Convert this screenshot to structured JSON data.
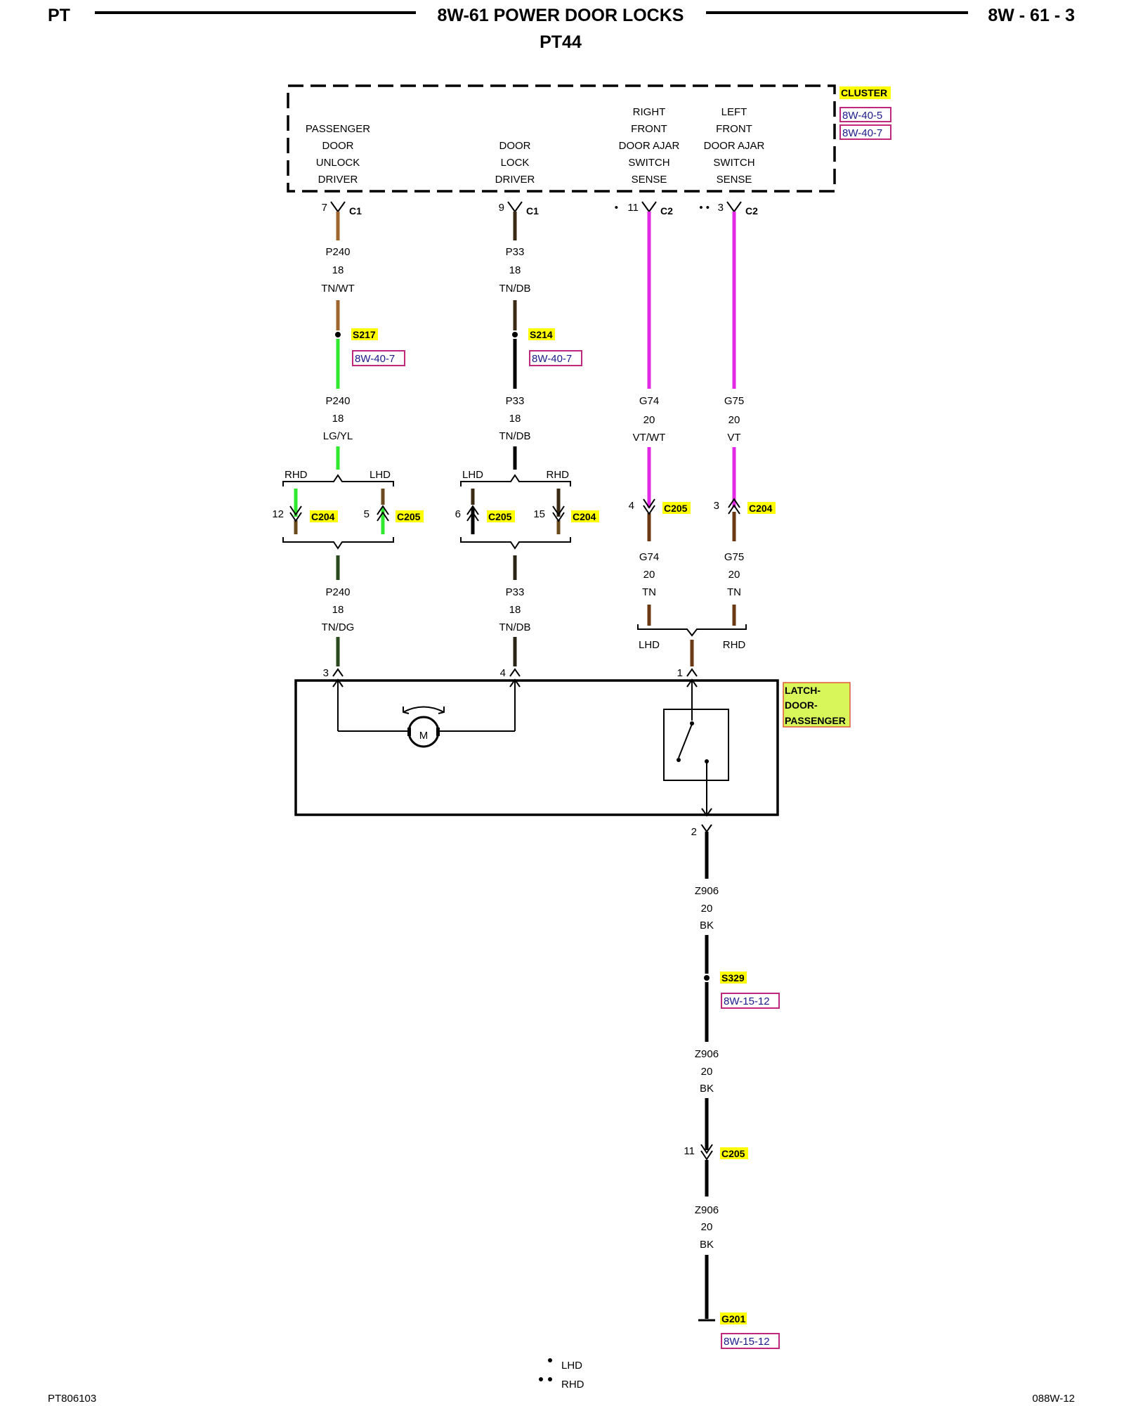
{
  "header": {
    "left": "PT",
    "title": "8W-61 POWER DOOR LOCKS",
    "subtitle": "PT44",
    "right": "8W - 61 - 3"
  },
  "footer": {
    "left": "PT806103",
    "right": "088W-12"
  },
  "legend": {
    "single_dot": "LHD",
    "double_dot": "RHD"
  },
  "colors": {
    "tan": "#a0652d",
    "light_green": "#2fe92f",
    "violet": "#e22ae6",
    "black": "#000000",
    "highlight": "#ffff00",
    "ref_border": "#c0287e",
    "latch_highlight": "#d8f55a"
  },
  "cluster": {
    "name": "CLUSTER",
    "refs": [
      "8W-40-5",
      "8W-40-7"
    ],
    "pins": [
      {
        "id": "passenger-door-unlock-driver",
        "lines": [
          "PASSENGER",
          "DOOR",
          "UNLOCK",
          "DRIVER"
        ],
        "pin": "7",
        "connector": "C1",
        "marker": ""
      },
      {
        "id": "door-lock-driver",
        "lines": [
          "DOOR",
          "LOCK",
          "DRIVER"
        ],
        "pin": "9",
        "connector": "C1",
        "marker": ""
      },
      {
        "id": "right-front-door-ajar-switch-sense",
        "lines": [
          "RIGHT",
          "FRONT",
          "DOOR AJAR",
          "SWITCH",
          "SENSE"
        ],
        "pin": "11",
        "connector": "C2",
        "marker": "•"
      },
      {
        "id": "left-front-door-ajar-switch-sense",
        "lines": [
          "LEFT",
          "FRONT",
          "DOOR AJAR",
          "SWITCH",
          "SENSE"
        ],
        "pin": "3",
        "connector": "C2",
        "marker": "• •"
      }
    ]
  },
  "circuit_p240": {
    "wire1": {
      "code": "P240",
      "gauge": "18",
      "color": "TN/WT"
    },
    "splice": {
      "id": "S217",
      "ref": "8W-40-7"
    },
    "wire2": {
      "code": "P240",
      "gauge": "18",
      "color": "LG/YL"
    },
    "branch_left_label": "RHD",
    "branch_right_label": "LHD",
    "conn_left": {
      "pin": "12",
      "id": "C204"
    },
    "conn_right": {
      "pin": "5",
      "id": "C205"
    },
    "wire3": {
      "code": "P240",
      "gauge": "18",
      "color": "TN/DG"
    },
    "latch_pin": "3"
  },
  "circuit_p33": {
    "wire1": {
      "code": "P33",
      "gauge": "18",
      "color": "TN/DB"
    },
    "splice": {
      "id": "S214",
      "ref": "8W-40-7"
    },
    "wire2": {
      "code": "P33",
      "gauge": "18",
      "color": "TN/DB"
    },
    "branch_left_label": "LHD",
    "branch_right_label": "RHD",
    "conn_left": {
      "pin": "6",
      "id": "C205"
    },
    "conn_right": {
      "pin": "15",
      "id": "C204"
    },
    "wire3": {
      "code": "P33",
      "gauge": "18",
      "color": "TN/DB"
    },
    "latch_pin": "4"
  },
  "circuit_g74": {
    "wire1": {
      "code": "G74",
      "gauge": "20",
      "color": "VT/WT"
    },
    "conn": {
      "pin": "4",
      "id": "C205"
    },
    "wire2": {
      "code": "G74",
      "gauge": "20",
      "color": "TN"
    },
    "join_label": "LHD"
  },
  "circuit_g75": {
    "wire1": {
      "code": "G75",
      "gauge": "20",
      "color": "VT"
    },
    "conn": {
      "pin": "3",
      "id": "C204"
    },
    "wire2": {
      "code": "G75",
      "gauge": "20",
      "color": "TN"
    },
    "join_label": "RHD"
  },
  "latch": {
    "name_lines": [
      "LATCH-",
      "DOOR-",
      "PASSENGER"
    ],
    "motor_label": "M",
    "switch_in_pin": "1",
    "ground_pin": "2"
  },
  "ground_circuit": {
    "wire1": {
      "code": "Z906",
      "gauge": "20",
      "color": "BK"
    },
    "splice": {
      "id": "S329",
      "ref": "8W-15-12"
    },
    "wire2": {
      "code": "Z906",
      "gauge": "20",
      "color": "BK"
    },
    "conn": {
      "pin": "11",
      "id": "C205"
    },
    "wire3": {
      "code": "Z906",
      "gauge": "20",
      "color": "BK"
    },
    "ground": {
      "id": "G201",
      "ref": "8W-15-12"
    }
  }
}
